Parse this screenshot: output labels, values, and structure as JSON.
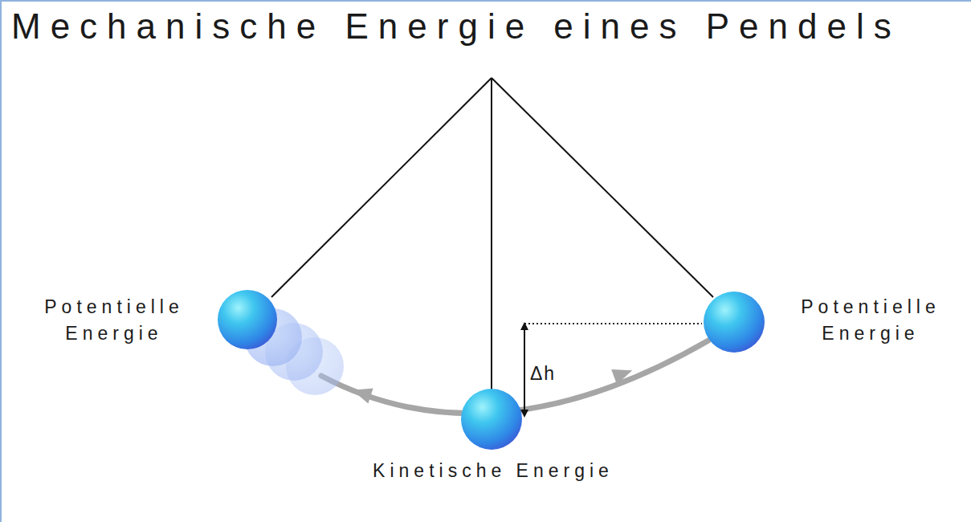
{
  "diagram": {
    "title": "Mechanische Energie eines Pendels",
    "labels": [
      "Potentielle Energie",
      "Potentielle Energie",
      "Kinetische Energie",
      "Δh"
    ]
  }
}
